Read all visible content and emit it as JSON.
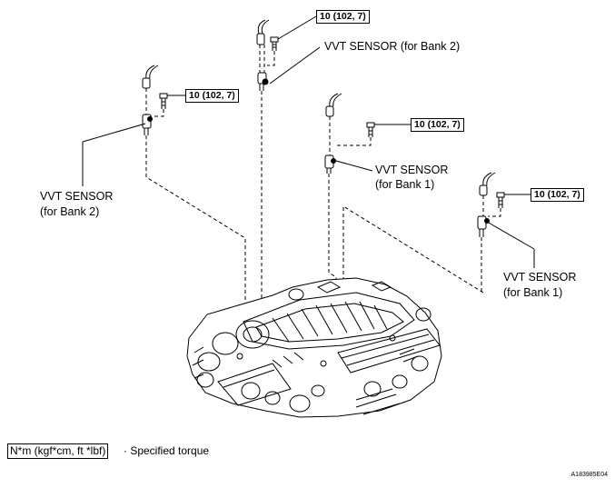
{
  "labels": {
    "sensor_bank2_top": "VVT SENSOR (for Bank 2)",
    "sensor_bank2_left_line1": "VVT SENSOR",
    "sensor_bank2_left_line2": "(for Bank 2)",
    "sensor_bank1_mid_line1": "VVT SENSOR",
    "sensor_bank1_mid_line2": "(for Bank 1)",
    "sensor_bank1_right_line1": "VVT SENSOR",
    "sensor_bank1_right_line2": "(for Bank 1)"
  },
  "torque": {
    "spec": "10 (102, 7)"
  },
  "legend": {
    "unit_box": "N*m (kgf*cm, ft *lbf)",
    "description": "· Specified torque"
  },
  "figure_id": "A183985E04"
}
